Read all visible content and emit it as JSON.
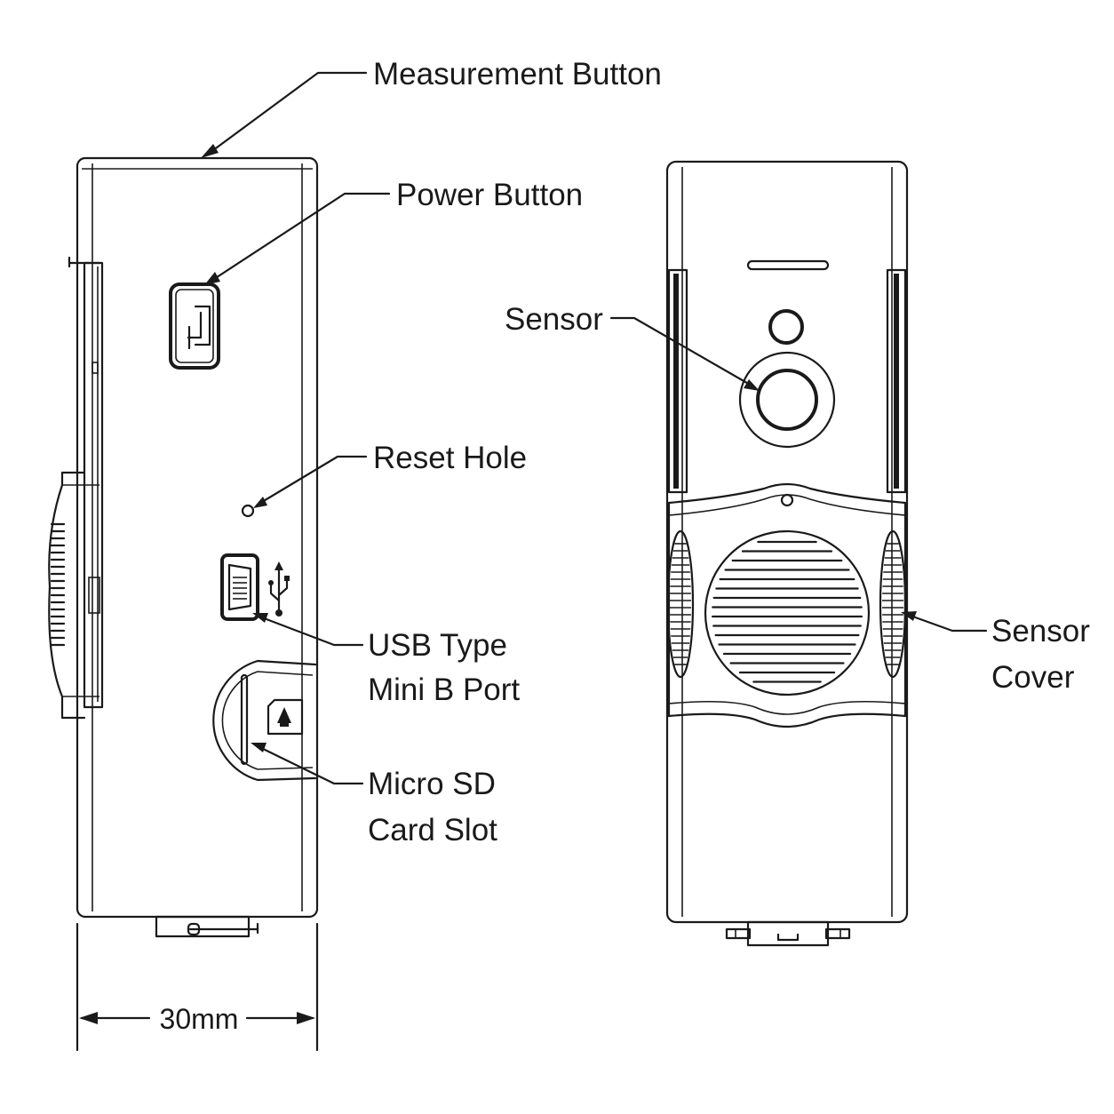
{
  "labels": {
    "measurement_button": "Measurement Button",
    "power_button": "Power Button",
    "reset_hole": "Reset Hole",
    "usb_port_line1": "USB Type",
    "usb_port_line2": "Mini B Port",
    "sd_slot_line1": "Micro SD",
    "sd_slot_line2": "Card Slot",
    "sensor": "Sensor",
    "sensor_cover_line1": "Sensor",
    "sensor_cover_line2": "Cover"
  },
  "dimension": {
    "width_label": "30mm"
  },
  "colors": {
    "ink": "#1a1a1a",
    "background": "#ffffff"
  },
  "icons": [
    "power-icon",
    "usb-icon",
    "sd-card-icon"
  ]
}
